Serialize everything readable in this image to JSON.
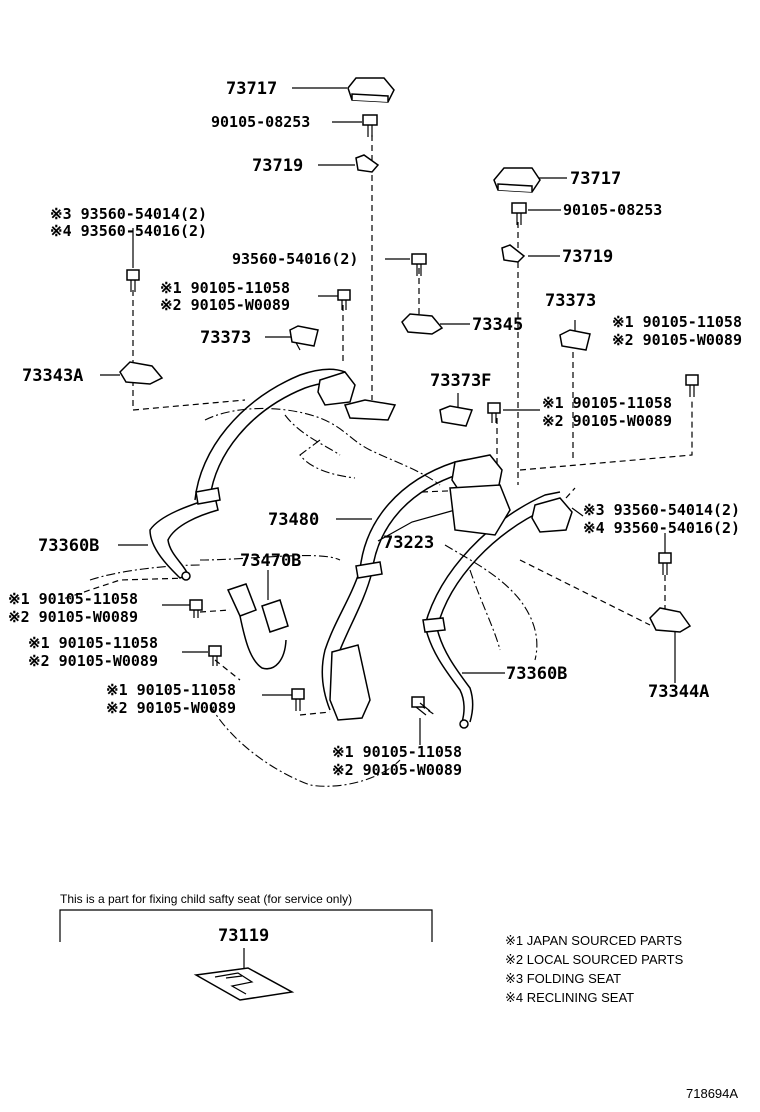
{
  "labels": {
    "l73717a": "73717",
    "l90105_08253a": "90105-08253",
    "l73719a": "73719",
    "l73717b": "73717",
    "l90105_08253b": "90105-08253",
    "l73719b": "73719",
    "l93560_54016c": "93560-54016(2)",
    "l73345": "73345",
    "l73373a": "73373",
    "l73373b": "73373",
    "l73373f": "73373F",
    "l73343a": "73343A",
    "l73360b_left": "73360B",
    "l73470b": "73470B",
    "l73480": "73480",
    "l73223": "73223",
    "l73360b_right": "73360B",
    "l73344a": "73344A"
  },
  "callouts": {
    "top_left_b1": "※3 93560-54014(2)",
    "top_left_b2": "※4 93560-54016(2)",
    "mid_left_b1": "※1 90105-11058",
    "mid_left_b2": "※2 90105-W0089",
    "right_top_b1": "※1 90105-11058",
    "right_top_b2": "※2 90105-W0089",
    "center_b1": "※1 90105-11058",
    "center_b2": "※2 90105-W0089",
    "right_mid_b1": "※3 93560-54014(2)",
    "right_mid_b2": "※4 93560-54016(2)",
    "low_left1_b1": "※1 90105-11058",
    "low_left1_b2": "※2 90105-W0089",
    "low_left2_b1": "※1 90105-11058",
    "low_left2_b2": "※2 90105-W0089",
    "low_left3_b1": "※1 90105-11058",
    "low_left3_b2": "※2 90105-W0089",
    "bottom_center_b1": "※1 90105-11058",
    "bottom_center_b2": "※2 90105-W0089"
  },
  "service_box": {
    "caption": "This is a part for fixing child safty seat (for service only)",
    "part_number": "73119"
  },
  "legend": [
    "※1 JAPAN SOURCED PARTS",
    "※2 LOCAL SOURCED PARTS",
    "※3 FOLDING SEAT",
    "※4 RECLINING SEAT"
  ],
  "diagram_id": "718694A"
}
